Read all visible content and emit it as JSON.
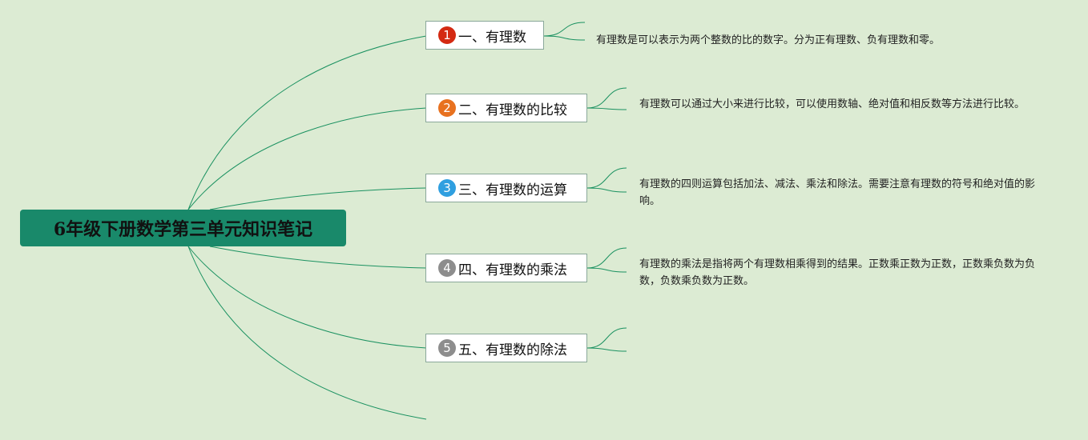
{
  "root": {
    "title": "6年级下册数学第三单元知识笔记"
  },
  "colors": {
    "background": "#dcebd3",
    "root": "#19896a",
    "connector": "#1a9160"
  },
  "branches": [
    {
      "number": "1",
      "label": "一、有理数",
      "badge_color": "#d42a12",
      "note": "有理数是可以表示为两个整数的比的数字。分为正有理数、负有理数和零。"
    },
    {
      "number": "2",
      "label": "二、有理数的比较",
      "badge_color": "#e8711f",
      "note": "有理数可以通过大小来进行比较，可以使用数轴、绝对值和相反数等方法进行比较。"
    },
    {
      "number": "3",
      "label": "三、有理数的运算",
      "badge_color": "#2f9fe0",
      "note": "有理数的四则运算包括加法、减法、乘法和除法。需要注意有理数的符号和绝对值的影响。"
    },
    {
      "number": "4",
      "label": "四、有理数的乘法",
      "badge_color": "#8d8d8d",
      "note": "有理数的乘法是指将两个有理数相乘得到的结果。正数乘正数为正数，正数乘负数为负数，负数乘负数为正数。"
    },
    {
      "number": "5",
      "label": "五、有理数的除法",
      "badge_color": "#8d8d8d",
      "note": ""
    }
  ]
}
